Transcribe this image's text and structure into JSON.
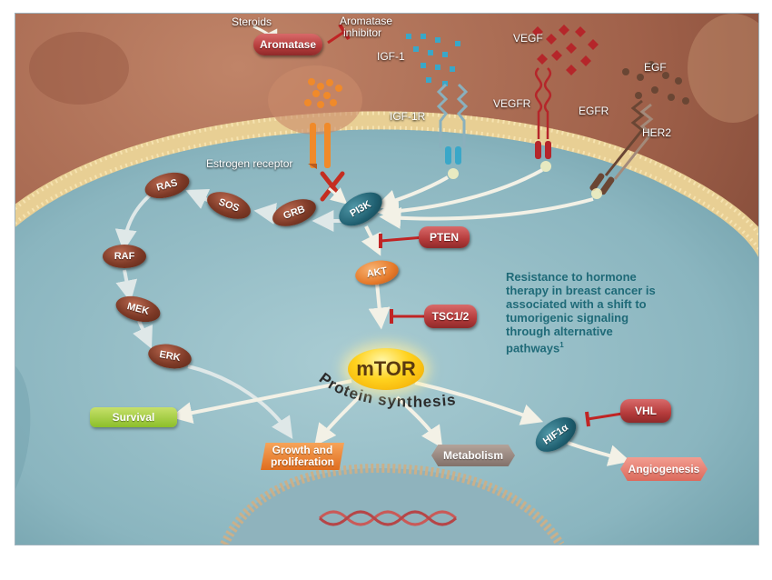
{
  "labels": {
    "steroids": "Steroids",
    "aromatase_inhibitor_line1": "Aromatase",
    "aromatase_inhibitor_line2": "inhibitor",
    "igf1": "IGF-1",
    "igf1r": "IGF-1R",
    "vegf": "VEGF",
    "vegfr": "VEGFR",
    "egf": "EGF",
    "egfr": "EGFR",
    "her2": "HER2",
    "estrogen_receptor": "Estrogen receptor",
    "protein_synthesis": "Protein synthesis"
  },
  "nodes": {
    "aromatase": "Aromatase",
    "ras": "RAS",
    "sos": "SOS",
    "grb": "GRB",
    "pi3k": "PI3K",
    "pten": "PTEN",
    "akt": "AKT",
    "tsc": "TSC1/2",
    "raf": "RAF",
    "mek": "MEK",
    "erk": "ERK",
    "mtor": "mTOR",
    "vhl": "VHL",
    "hif1": "HIF1α"
  },
  "outcomes": {
    "survival": "Survival",
    "growth_line1": "Growth and",
    "growth_line2": "proliferation",
    "metabolism": "Metabolism",
    "angiogenesis": "Angiogenesis"
  },
  "note": {
    "line1": "Resistance to hormone",
    "line2": "therapy in breast cancer is",
    "line3": "associated with a shift to",
    "line4": "tumorigenic signaling",
    "line5": "through alternative",
    "line6": "pathways",
    "superscript": "1"
  },
  "colors": {
    "cytoplasm": "#8fb8c2",
    "extracellular": "#a86a50",
    "membrane": "#f2d9a0",
    "note_text": "#1f6a78",
    "ligand_igf": "#3aa7c8",
    "ligand_vegf": "#b5262a",
    "ligand_egf": "#6a4634",
    "estrogen": "#f08a2a"
  }
}
